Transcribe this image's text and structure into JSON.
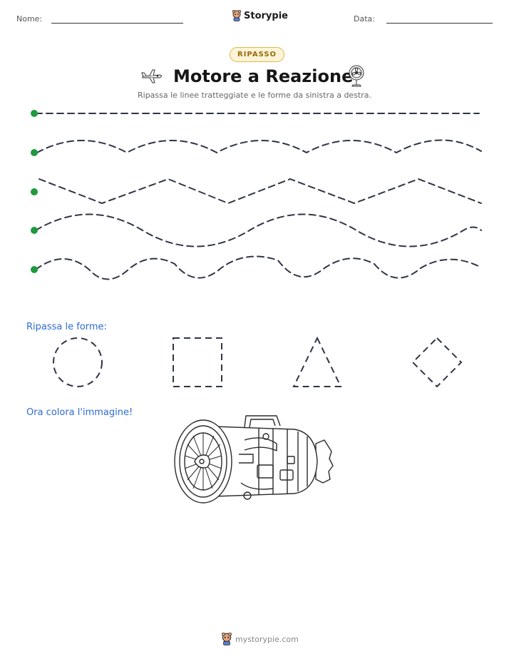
{
  "header": {
    "name_label": "Nome:",
    "date_label": "Data:",
    "brand": "Storypie"
  },
  "badge": "RIPASSO",
  "title": "Motore a Reazione",
  "subtitle": "Ripassa le linee tratteggiate e le forme da sinistra a destra.",
  "icons": {
    "left": "airplane-icon",
    "right": "fan-icon",
    "brand": "storypie-mascot-icon"
  },
  "colors": {
    "start_dot": "#1f9a3e",
    "dash": "#2f3448",
    "section_label": "#2f6bd0",
    "badge_border": "#e0b74a",
    "badge_bg": "#fdf3d7"
  },
  "shapes_label": "Ripassa le forme:",
  "shapes": [
    "circle",
    "square",
    "triangle",
    "diamond"
  ],
  "color_label": "Ora colora l'immagine!",
  "footer": "mystorypie.com"
}
